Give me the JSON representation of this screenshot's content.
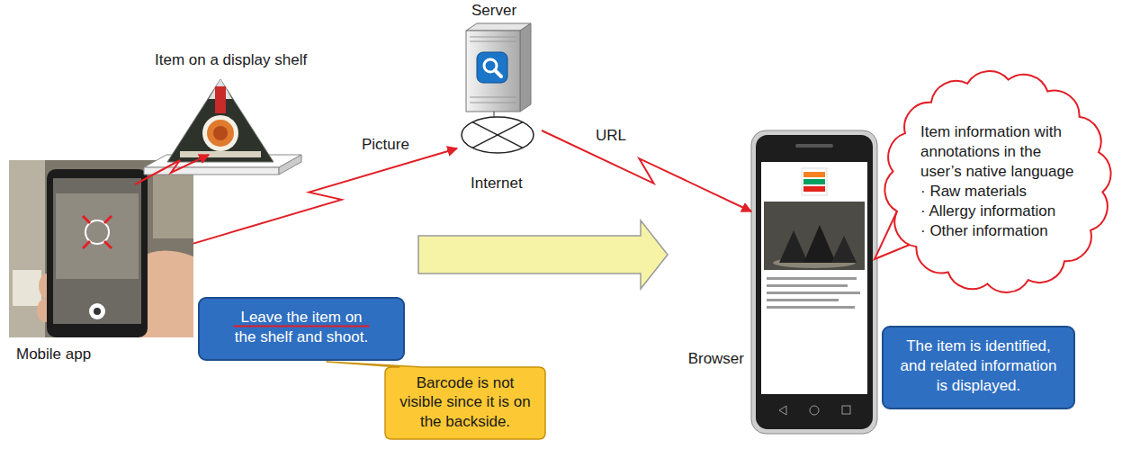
{
  "diagram": {
    "nodes": [
      {
        "text": [
          "Mobile app"
        ]
      },
      {
        "text": [
          "Server",
          "Internet"
        ]
      },
      {
        "text": [
          "Browser"
        ]
      },
      {
        "text": [
          "Item information with annotations in the user’s native language",
          "· Raw materials",
          "· Allergy information",
          "· Other information"
        ]
      },
      {
        "text": [
          "Leave the item on the shelf and shoot."
        ]
      },
      {
        "text": [
          "Barcode is not visible since it is on the backside."
        ]
      },
      {
        "text": [
          "The item is identified, and related information is displayed."
        ]
      }
    ],
    "edges": [
      {
        "from": 0,
        "to": 1,
        "label": "Picture",
        "arrow": "to"
      },
      {
        "from": 1,
        "to": 2,
        "label": "URL",
        "arrow": "to"
      }
    ],
    "labels": [
      "Item on a display shelf"
    ]
  }
}
